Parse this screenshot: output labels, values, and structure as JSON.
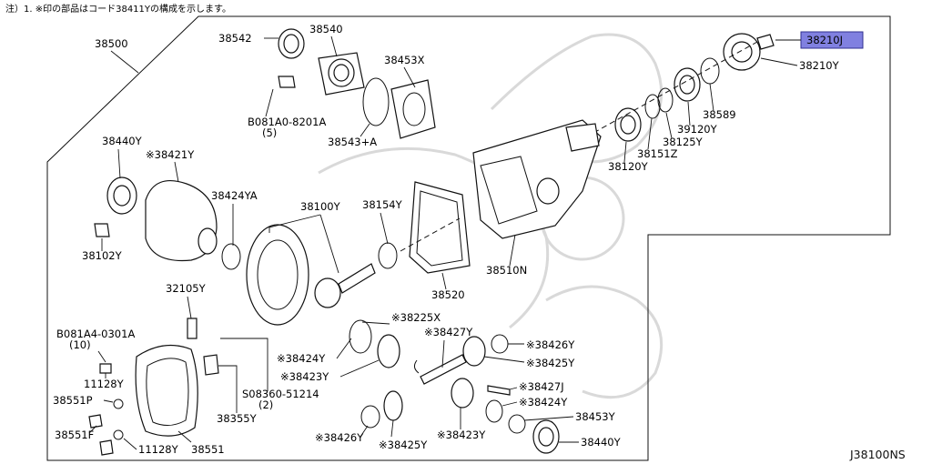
{
  "note": "注）1. ※印の部品はコード38411Yの構成を示します。",
  "diagram_code": "J38100NS",
  "assembly_label": "38500",
  "highlight_color": "#8080e0",
  "callouts": {
    "c38542": "38542",
    "c38540": "38540",
    "c38453x": "38453X",
    "c38210j": "38210J",
    "c38210y": "38210Y",
    "c081a0": "B081A0-8201A",
    "c081a0_qty": "(5)",
    "c38543a": "38543+A",
    "c38589": "38589",
    "c39120y": "39120Y",
    "c38125y": "38125Y",
    "c38151z": "38151Z",
    "c38120y": "38120Y",
    "c38440y_top": "38440Y",
    "c38421y": "※38421Y",
    "c38424ya": "38424YA",
    "c38100y": "38100Y",
    "c38154y": "38154Y",
    "c38102y": "38102Y",
    "c38510n": "38510N",
    "c38520": "38520",
    "c32105y": "32105Y",
    "c081a4": "B081A4-0301A",
    "c081a4_qty": "(10)",
    "c38225x": "※38225X",
    "c38427y": "※38427Y",
    "c38426y_r": "※38426Y",
    "c38425y_r": "※38425Y",
    "c38424y_l": "※38424Y",
    "c38423y_l": "※38423Y",
    "c11128y_top": "11128Y",
    "c08360": "S08360-51214",
    "c08360_qty": "(2)",
    "c38427j": "※38427J",
    "c38424y_r": "※38424Y",
    "c38551p": "38551P",
    "c38355y": "38355Y",
    "c38453y": "38453Y",
    "c38551f": "38551F",
    "c11128y_bot": "11128Y",
    "c38551": "38551",
    "c38426y_b": "※38426Y",
    "c38425y_b": "※38425Y",
    "c38423y_b": "※38423Y",
    "c38440y_bot": "38440Y"
  }
}
